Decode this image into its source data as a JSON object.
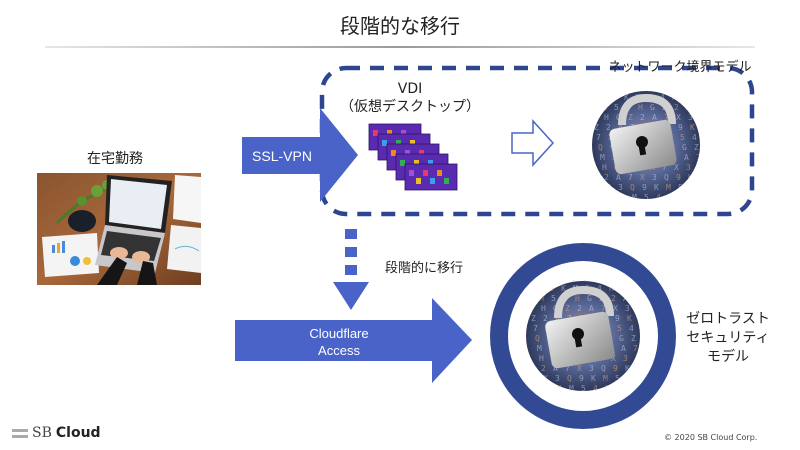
{
  "slide": {
    "title": "段階的な移行",
    "colors": {
      "arrow_fill": "#4a63c8",
      "dashed_border": "#2e4590",
      "ring": "#324a94",
      "hollow_arrow_stroke": "#4a63c8"
    }
  },
  "work_from_home": {
    "label": "在宅勤務",
    "image": "laptop-desk-photo"
  },
  "current_model": {
    "vpn_arrow_label": "SSL-VPN",
    "vdi_label_line1": "VDI",
    "vdi_label_line2": "（仮想デスクトップ）",
    "vdi_image": "stacked-desktop-screens",
    "model_label": "ネットワーク境界モデル",
    "lock_image": "padlock-on-code"
  },
  "migration": {
    "label": "段階的に移行"
  },
  "future_model": {
    "access_arrow_line1": "Cloudflare",
    "access_arrow_line2": "Access",
    "model_label_line1": "ゼロトラスト",
    "model_label_line2": "セキュリティ",
    "model_label_line3": "モデル",
    "lock_image": "padlock-on-code"
  },
  "footer": {
    "logo_sb": "SB",
    "logo_cloud": "Cloud",
    "copyright": "© 2020 SB Cloud Corp."
  }
}
